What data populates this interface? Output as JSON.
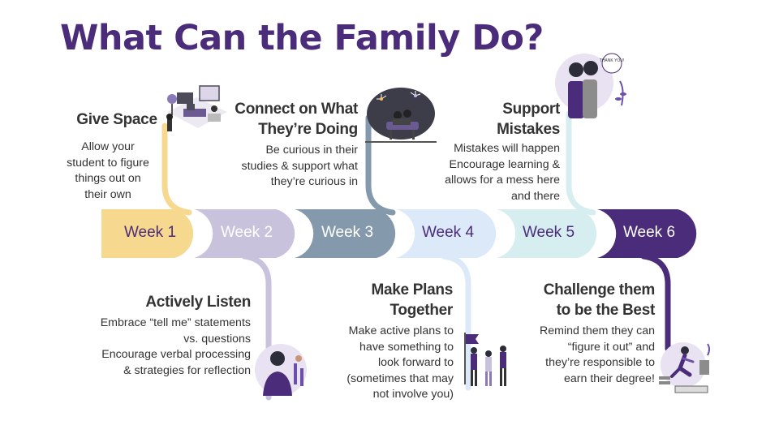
{
  "title": "What Can the Family Do?",
  "colors": {
    "title": "#4b2c7a",
    "week1": "#f6d88f",
    "week2": "#c9c2dc",
    "week3": "#8599ad",
    "week4": "#dbe9f8",
    "week5": "#d6eef0",
    "week6": "#4b2c7a"
  },
  "weeks": [
    {
      "label": "Week 1"
    },
    {
      "label": "Week 2"
    },
    {
      "label": "Week 3"
    },
    {
      "label": "Week 4"
    },
    {
      "label": "Week 5"
    },
    {
      "label": "Week 6"
    }
  ],
  "steps": [
    {
      "heading": [
        "Give Space"
      ],
      "body": [
        "Allow your",
        "student to figure",
        "things out on",
        "their own"
      ],
      "icon": "home-office-illustration"
    },
    {
      "heading": [
        "Actively Listen"
      ],
      "body": [
        "Embrace “tell me” statements",
        "vs. questions",
        "Encourage verbal processing",
        "& strategies for reflection"
      ],
      "icon": "woman-waving-illustration"
    },
    {
      "heading": [
        "Connect on What",
        "They’re Doing"
      ],
      "body": [
        "Be curious in their",
        "studies & support what",
        "they’re curious in"
      ],
      "icon": "couple-fireworks-illustration"
    },
    {
      "heading": [
        "Make Plans",
        "Together"
      ],
      "body": [
        "Make active plans to",
        "have something to",
        "look forward to",
        "(sometimes that may",
        "not involve you)"
      ],
      "icon": "group-flag-illustration"
    },
    {
      "heading": [
        "Support",
        "Mistakes"
      ],
      "body": [
        "Mistakes will happen",
        "Encourage learning &",
        "allows for a mess here",
        "and there"
      ],
      "icon": "hug-thank-you-illustration"
    },
    {
      "heading": [
        "Challenge them",
        "to be the Best"
      ],
      "body": [
        "Remind them they can",
        "“figure it out” and",
        "they’re responsible to",
        "earn their degree!"
      ],
      "icon": "runner-goal-illustration"
    }
  ],
  "thank_you_bubble": "THANK YOU!"
}
